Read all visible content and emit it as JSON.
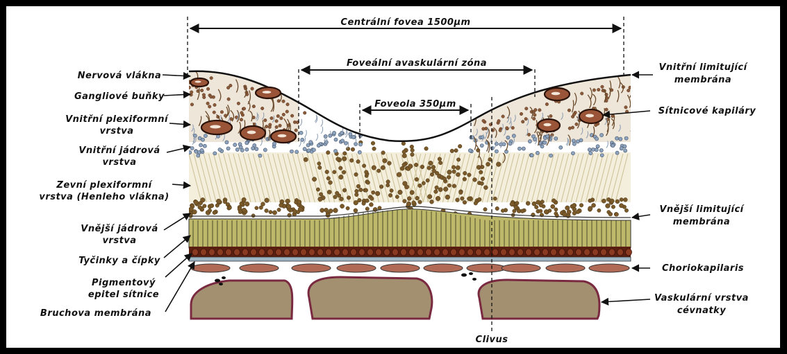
{
  "dimensions": {
    "central_fovea": "Centrální fovea 1500µm",
    "avascular_zone": "Foveální avaskulární zóna",
    "foveola": "Foveola 350µm"
  },
  "left_labels": [
    {
      "lines": [
        "Nervová vlákna"
      ]
    },
    {
      "lines": [
        "Gangliové buňky"
      ]
    },
    {
      "lines": [
        "Vnitřní plexiformní",
        "vrstva"
      ]
    },
    {
      "lines": [
        "Vnitřní jádrová",
        "vrstva"
      ]
    },
    {
      "lines": [
        "Zevní plexiformní",
        "vrstva (Henleho vlákna)"
      ]
    },
    {
      "lines": [
        "Vnější jádrová",
        "vrstva"
      ]
    },
    {
      "lines": [
        "Tyčinky a čípky"
      ]
    },
    {
      "lines": [
        "Pigmentový",
        "epitel sítnice"
      ]
    },
    {
      "lines": [
        "Bruchova membrána"
      ]
    }
  ],
  "right_labels": [
    {
      "lines": [
        "Vnitřní limitující",
        "membrána"
      ]
    },
    {
      "lines": [
        "Sítnicové kapiláry"
      ]
    },
    {
      "lines": [
        "Vnější limitující",
        "membrána"
      ]
    },
    {
      "lines": [
        "Choriokapilaris"
      ]
    },
    {
      "lines": [
        "Vaskulární vrstva",
        "cévnatky"
      ]
    }
  ],
  "bottom_label": "Clivus",
  "colors": {
    "photoreceptor_layer": "#bdb86a",
    "pigment_epithelium": "#5a1f10",
    "nuclei_brown": "#7a5a2a",
    "inner_nuclei_blue": "#8ea3bd",
    "capillary": "#9a5538",
    "choroid_vessel": "#a39070",
    "choroid_outline": "#7a2a40",
    "choriocapillaris": "#b06a55",
    "bruch": "#9fb6c4"
  }
}
